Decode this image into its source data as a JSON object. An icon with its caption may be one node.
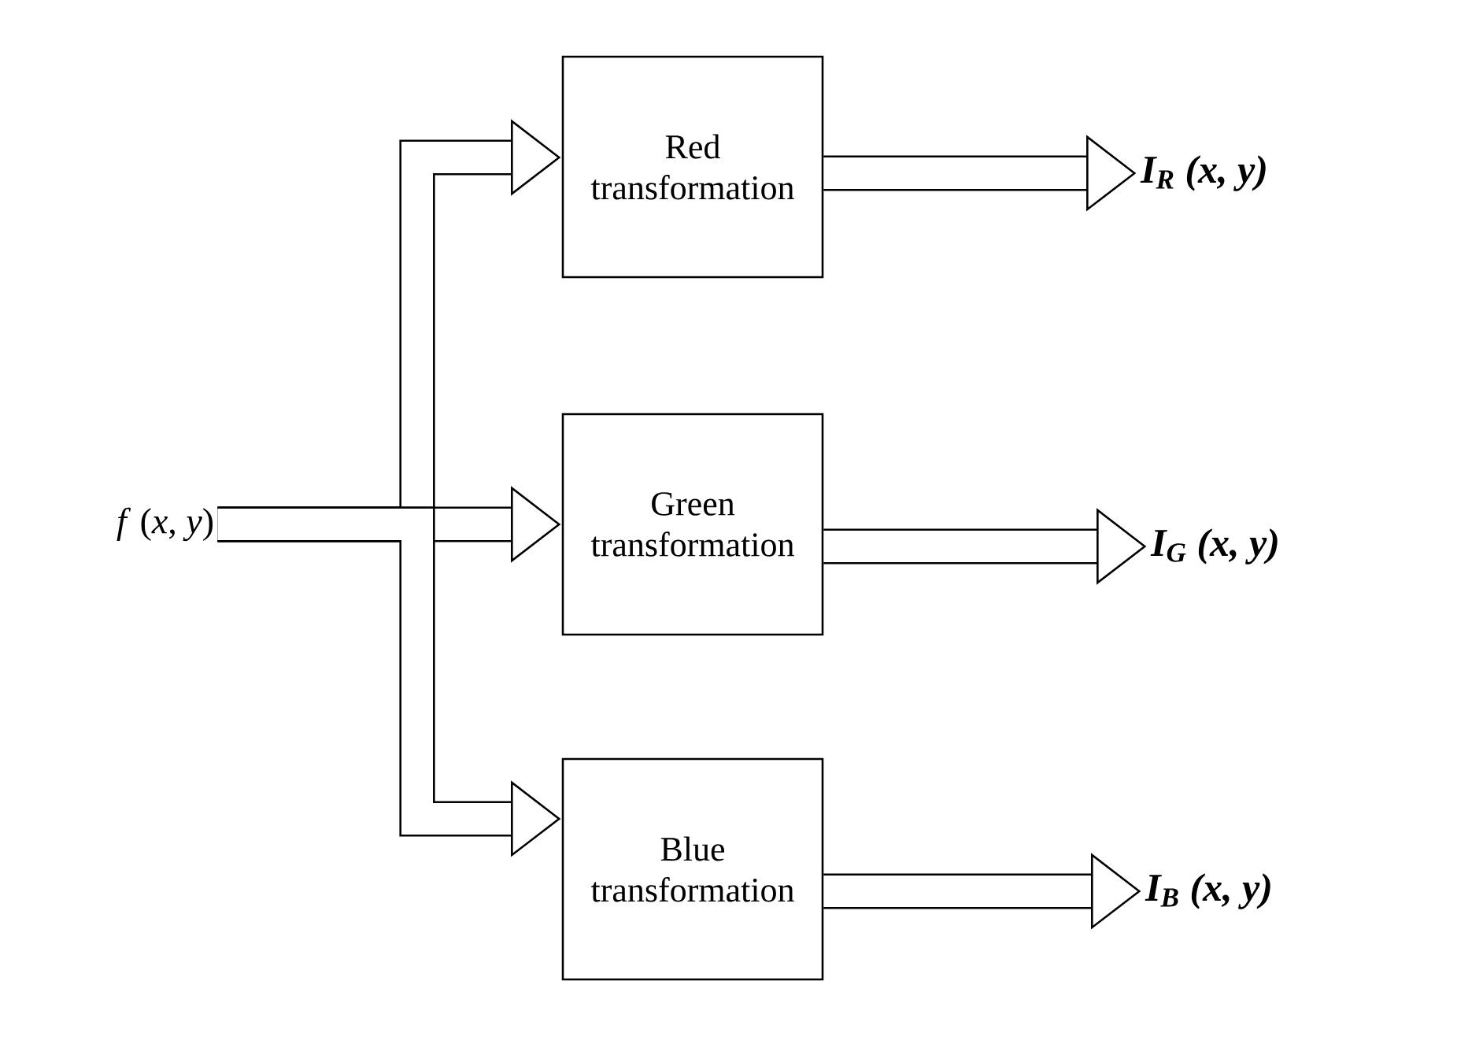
{
  "diagram": {
    "nodes": [
      {
        "text": [
          "*f* (*x*, *y*)"
        ]
      },
      {
        "text": [
          "Red transformation"
        ]
      },
      {
        "text": [
          "Green transformation"
        ]
      },
      {
        "text": [
          "Blue transformation"
        ]
      },
      {
        "text": [
          "I$_{R}$ (x, y)"
        ]
      },
      {
        "text": [
          "I$_{G}$ (x, y)"
        ]
      },
      {
        "text": [
          "I$_{B}$ (x, y)"
        ]
      }
    ],
    "edges": [
      {
        "from": 0,
        "to": 1,
        "arrow": "to"
      },
      {
        "from": 0,
        "to": 2,
        "arrow": "to"
      },
      {
        "from": 0,
        "to": 3,
        "arrow": "to"
      },
      {
        "from": 1,
        "to": 4,
        "arrow": "to"
      },
      {
        "from": 2,
        "to": 5,
        "arrow": "to"
      },
      {
        "from": 3,
        "to": 6,
        "arrow": "to"
      }
    ]
  }
}
